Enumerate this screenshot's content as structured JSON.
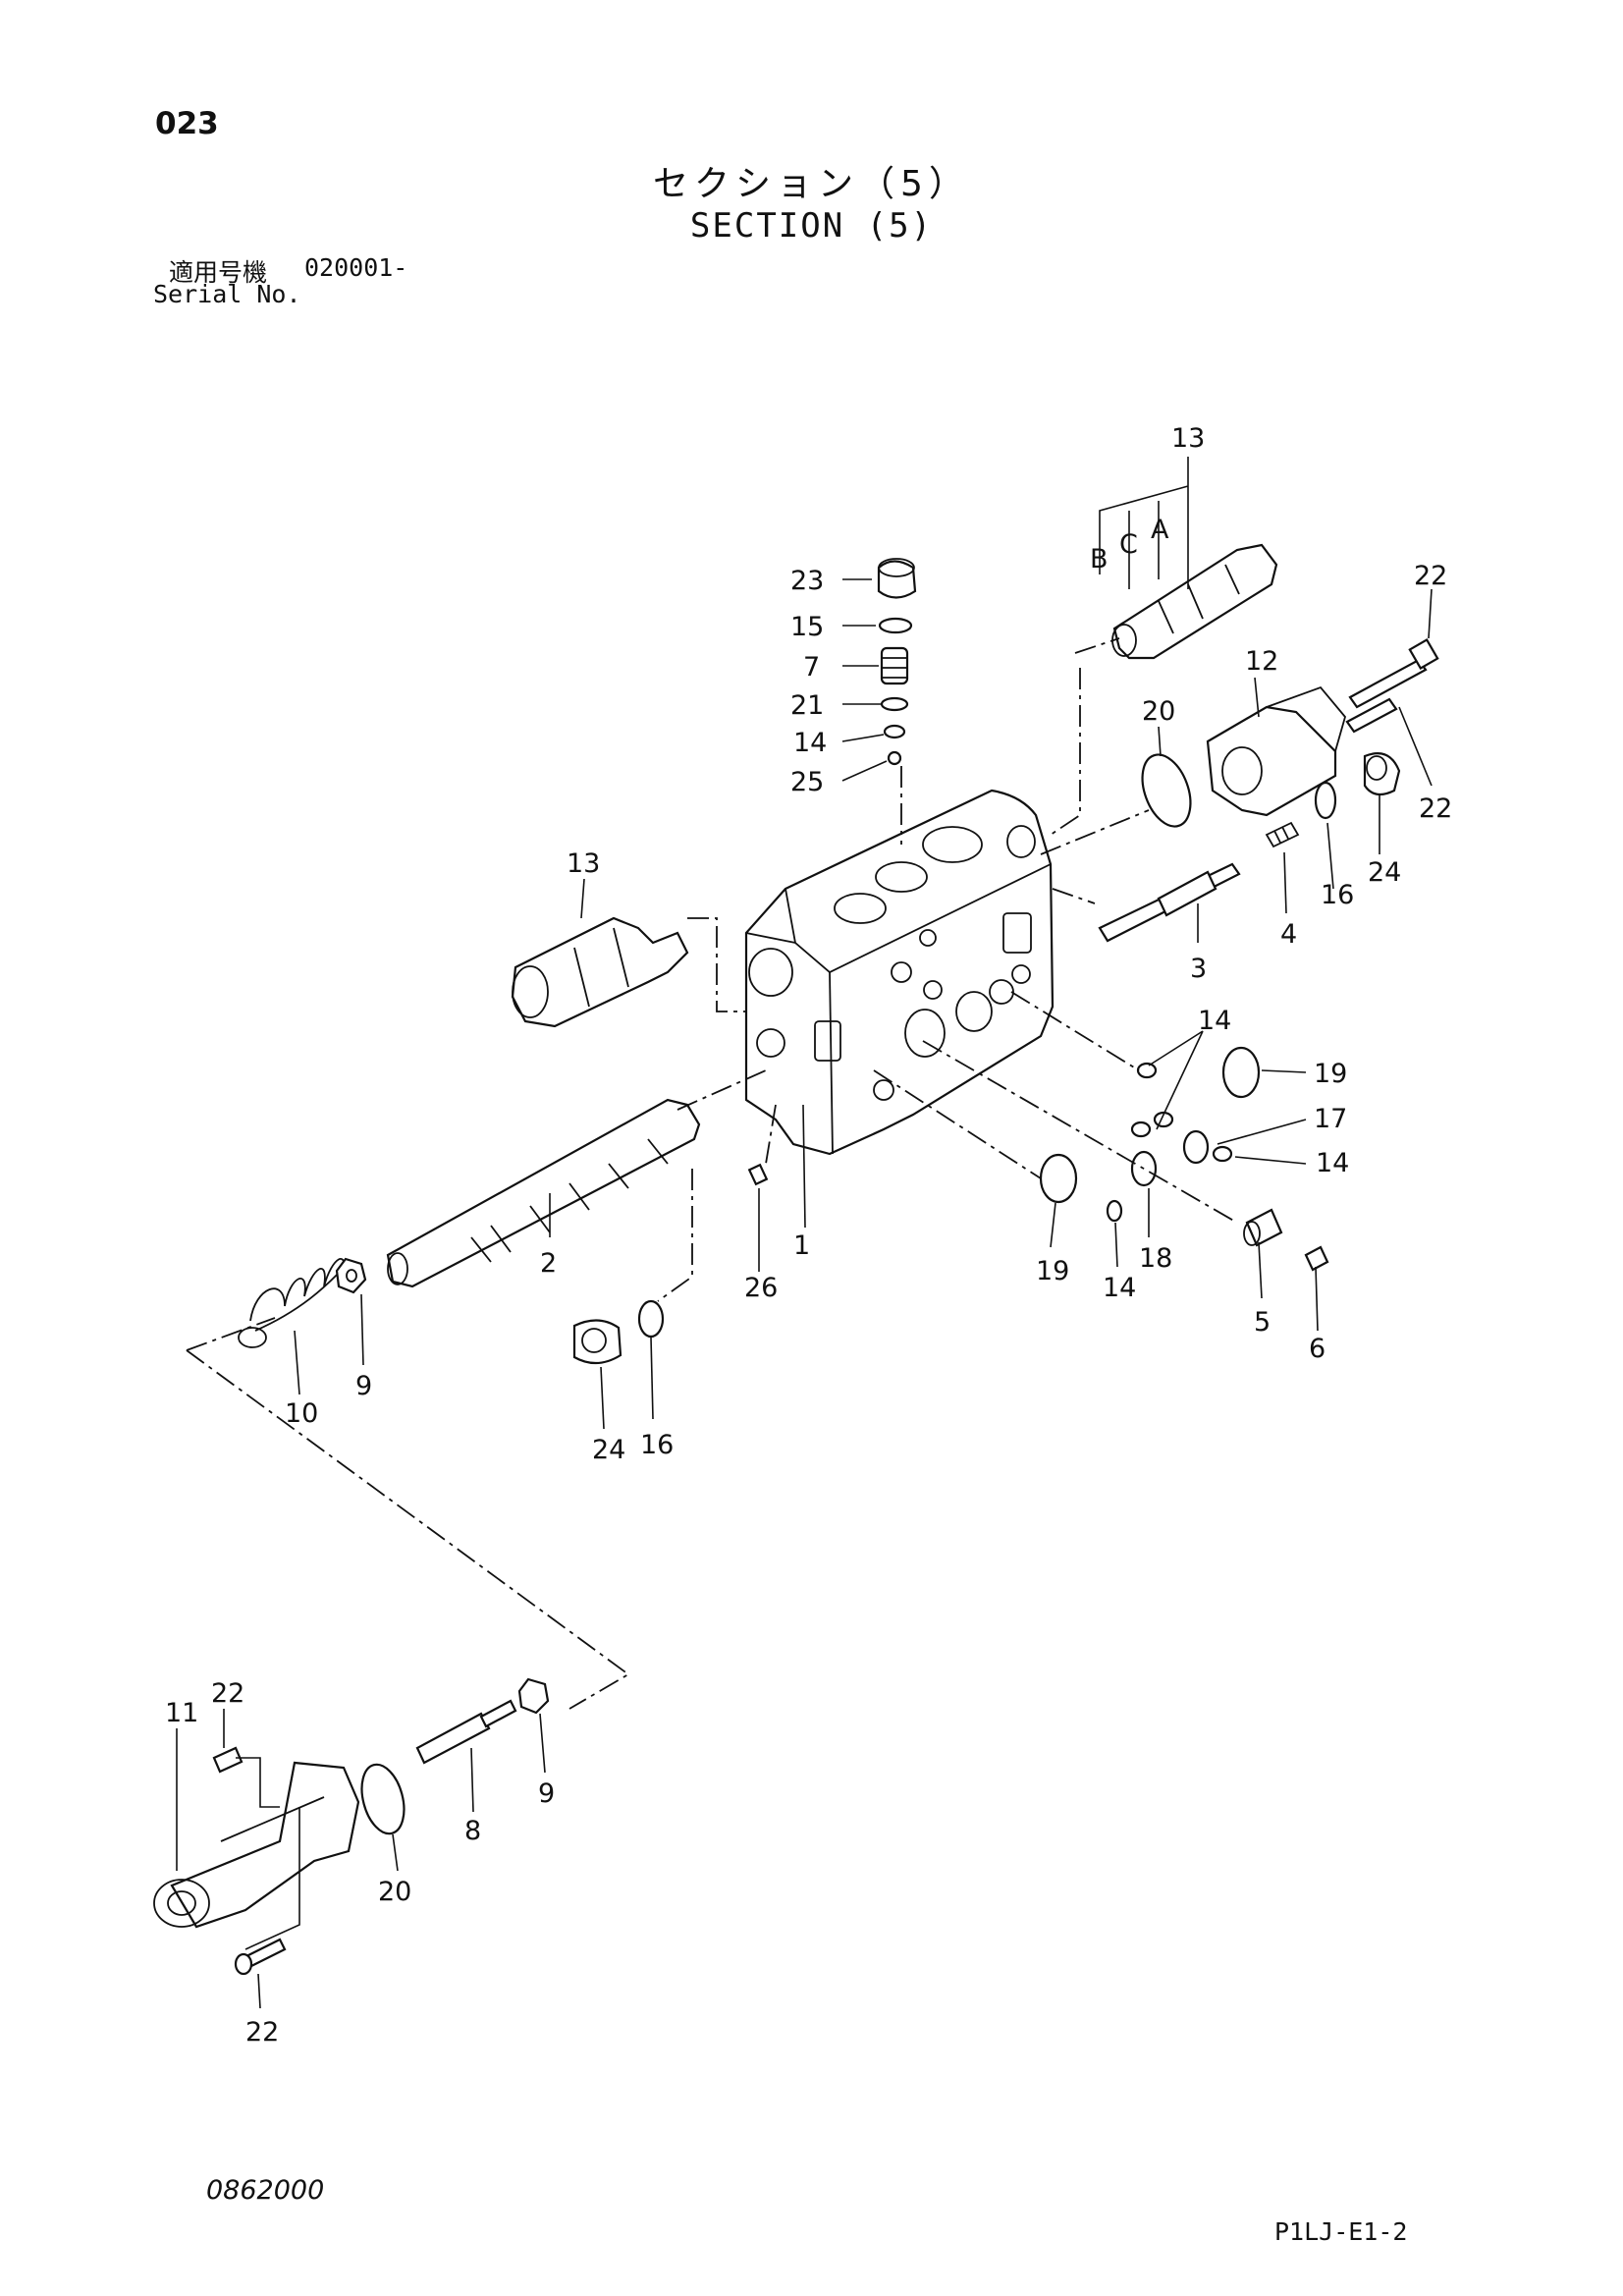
{
  "header": {
    "page_number": "023",
    "title_jp": "セクション（5）",
    "title_en": "SECTION (5)",
    "serial_label_jp": "適用号機",
    "serial_value": "020001-",
    "serial_label_en": "Serial No."
  },
  "footer": {
    "drawing_code": "0862000",
    "sheet_code": "P1LJ-E1-2"
  },
  "labels": {
    "l1": "1",
    "l2": "2",
    "l3": "3",
    "l4": "4",
    "l5": "5",
    "l6": "6",
    "l7": "7",
    "l8": "8",
    "l9a": "9",
    "l9b": "9",
    "l10": "10",
    "l11": "11",
    "l12": "12",
    "l13a": "13",
    "l13b": "13",
    "l14a": "14",
    "l14b": "14",
    "l14c": "14",
    "l14d": "14",
    "l15": "15",
    "l16a": "16",
    "l16b": "16",
    "l17": "17",
    "l18": "18",
    "l19a": "19",
    "l19b": "19",
    "l20a": "20",
    "l20b": "20",
    "l21": "21",
    "l22a": "22",
    "l22b": "22",
    "l22c": "22",
    "l22d": "22",
    "l23": "23",
    "l24a": "24",
    "l24b": "24",
    "l25": "25",
    "l26": "26",
    "lA": "A",
    "lB": "B",
    "lC": "C"
  }
}
